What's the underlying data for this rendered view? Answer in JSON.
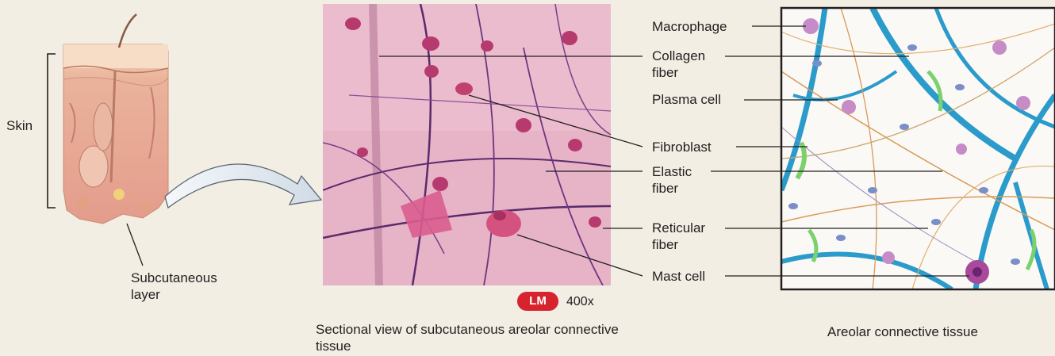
{
  "left_panel": {
    "skin_label": "Skin",
    "subcutaneous_label": "Subcutaneous layer"
  },
  "micrograph": {
    "badge": "LM",
    "magnification": "400x",
    "caption": "Sectional view of subcutaneous areolar connective tissue"
  },
  "labels": {
    "macrophage": "Macrophage",
    "collagen_fiber": "Collagen fiber",
    "plasma_cell": "Plasma cell",
    "fibroblast": "Fibroblast",
    "elastic_fiber": "Elastic fiber",
    "reticular_fiber": "Reticular fiber",
    "mast_cell": "Mast cell"
  },
  "illustration": {
    "caption": "Areolar connective tissue"
  },
  "colors": {
    "background": "#f2eee3",
    "micrograph_base": "#e7b3c6",
    "collagen": "#2a9bcb",
    "reticular": "#d89a5a",
    "badge": "#d7232e"
  }
}
